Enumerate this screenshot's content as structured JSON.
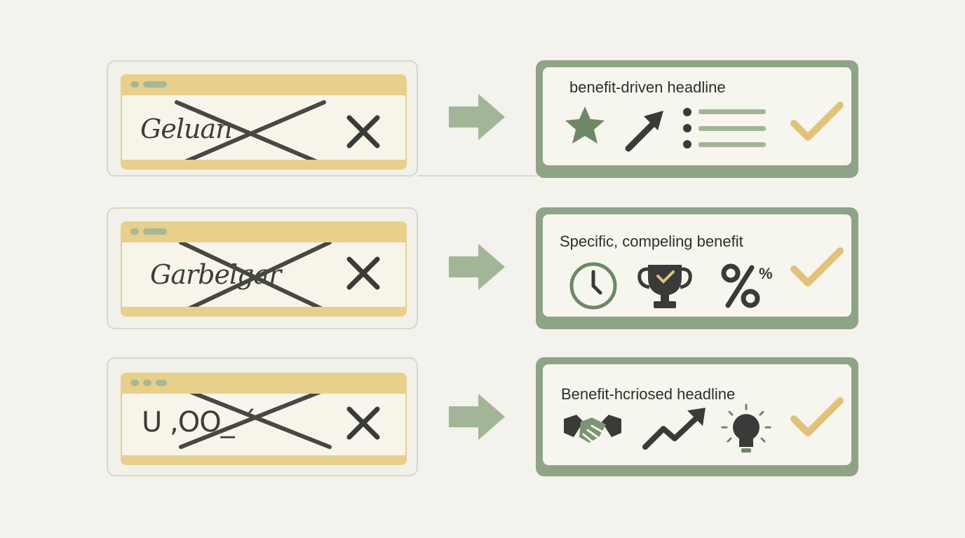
{
  "rows": [
    {
      "bad_text": "Geluan",
      "headline": "benefit-driven headline",
      "icons": [
        "star-icon",
        "arrow-up-right-icon",
        "bullet-list-icon"
      ]
    },
    {
      "bad_text": "Garbelgar",
      "headline": "Specific, compeling benefit",
      "icons": [
        "clock-icon",
        "trophy-icon",
        "percent-icon"
      ]
    },
    {
      "bad_text": "U ,OO_ ´",
      "headline": "Benefit-hcriosed headline",
      "icons": [
        "handshake-icon",
        "trend-up-icon",
        "lightbulb-icon"
      ]
    }
  ],
  "colors": {
    "background": "#f3f2ec",
    "bad_browser": "#e8cf8c",
    "good_panel": "#8fa386",
    "arrow": "#a3b597",
    "check": "#e2c27a",
    "ink": "#3d3d3a"
  }
}
